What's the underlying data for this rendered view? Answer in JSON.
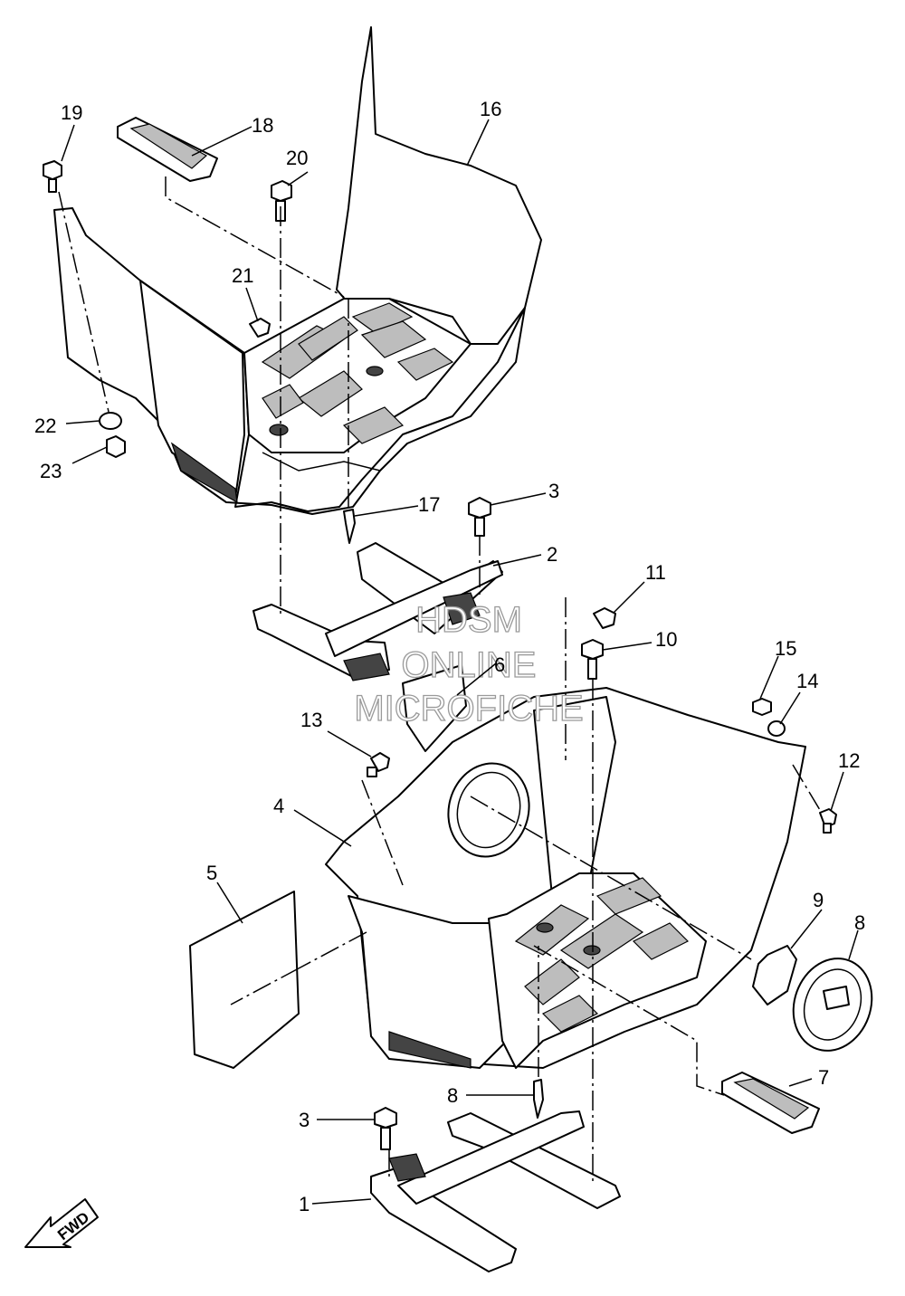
{
  "diagram": {
    "callouts": [
      "1",
      "2",
      "3",
      "3",
      "4",
      "5",
      "6",
      "7",
      "8",
      "9",
      "10",
      "11",
      "12",
      "12",
      "13",
      "14",
      "15",
      "16",
      "17",
      "18",
      "19",
      "20",
      "21",
      "22",
      "23"
    ],
    "watermark": [
      "HDSM",
      "ONLINE",
      "MICROFICHE"
    ],
    "direction_label": "FWD"
  }
}
